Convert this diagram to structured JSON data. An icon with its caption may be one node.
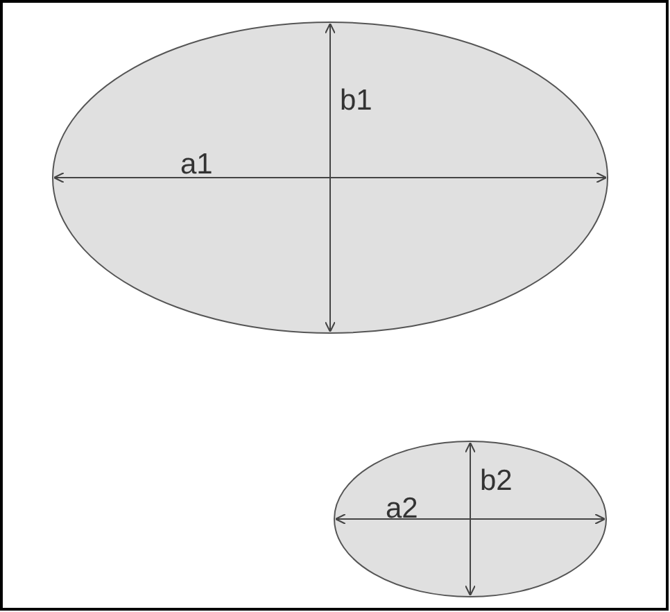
{
  "diagram": {
    "labels": [
      "b1",
      "a1",
      "b2",
      "a2"
    ]
  }
}
